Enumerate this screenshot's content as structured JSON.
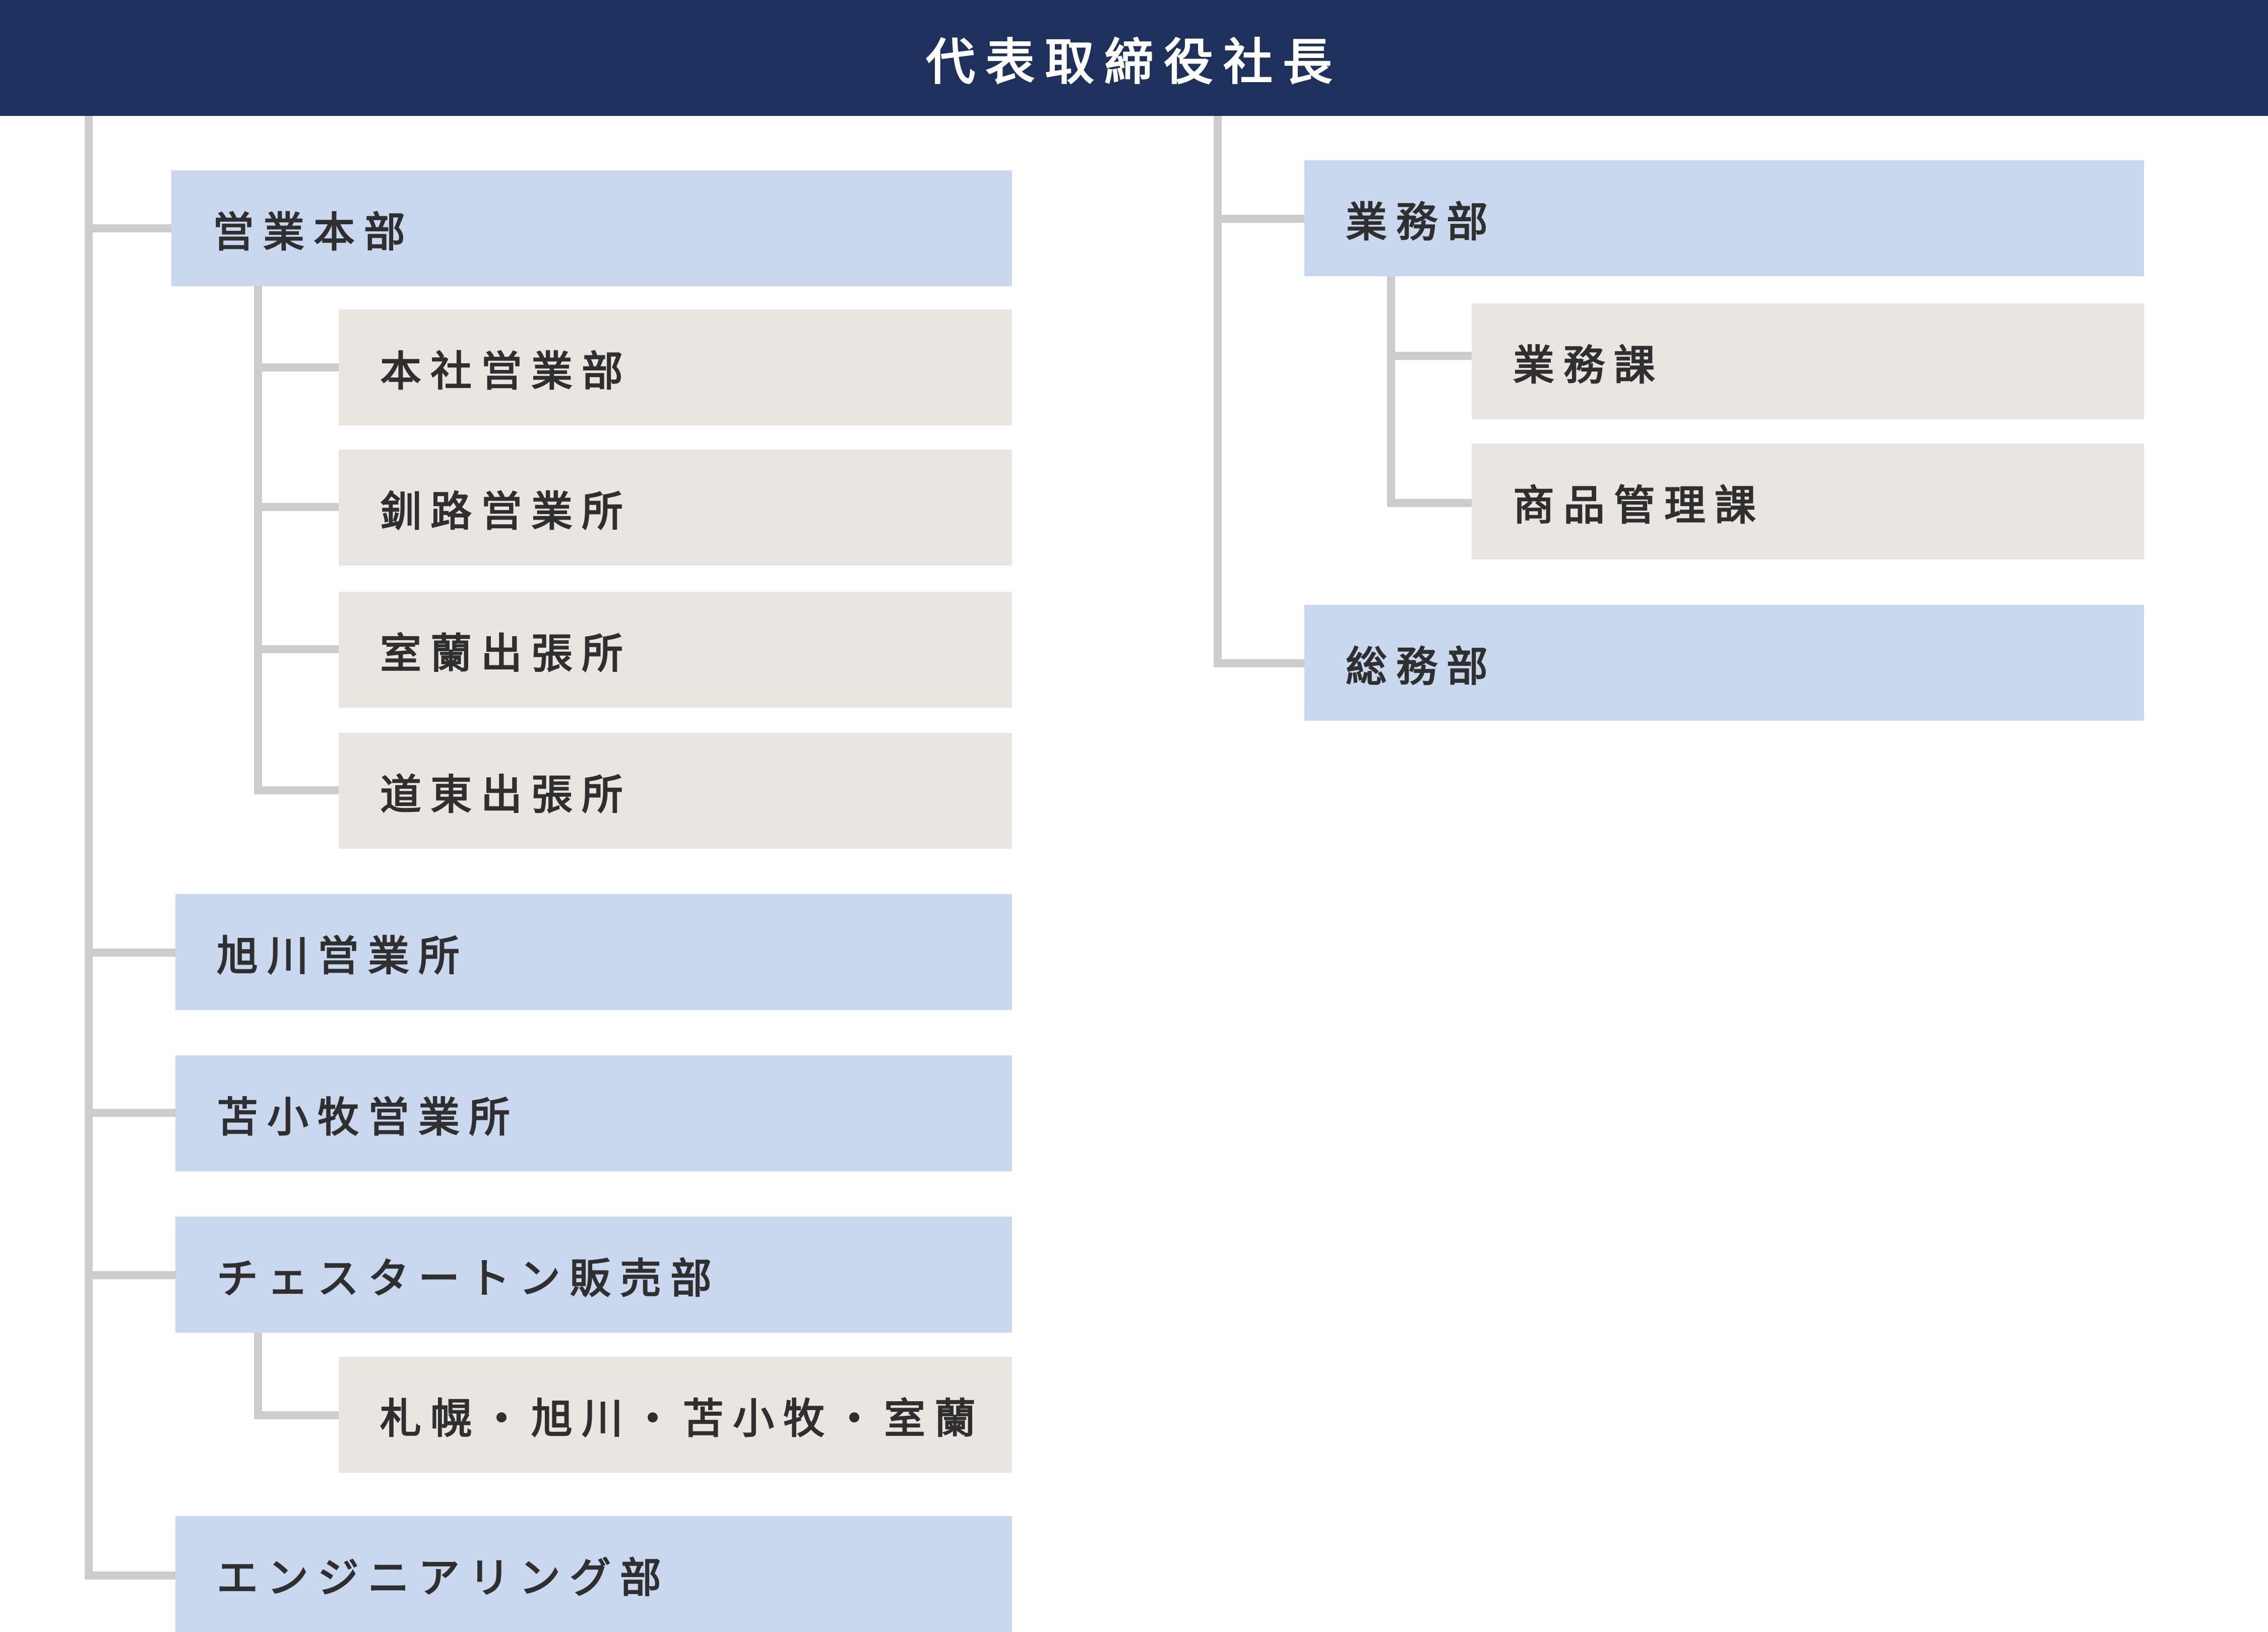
{
  "header": {
    "title": "代表取締役社長"
  },
  "colors": {
    "header": "#1e305c",
    "department": "#c9d8ee",
    "section": "#e8e6e1",
    "connector": "#cccccc"
  },
  "left": {
    "eigyo_honbu": {
      "label": "営業本部",
      "children": [
        "本社営業部",
        "釧路営業所",
        "室蘭出張所",
        "道東出張所"
      ]
    },
    "asahikawa": {
      "label": "旭川営業所"
    },
    "tomakomai": {
      "label": "苫小牧営業所"
    },
    "chesterton": {
      "label": "チェスタートン販売部",
      "children": [
        "札幌・旭川・苫小牧・室蘭"
      ]
    },
    "engineering": {
      "label": "エンジニアリング部"
    }
  },
  "right": {
    "gyomu_bu": {
      "label": "業務部",
      "children": [
        "業務課",
        "商品管理課"
      ]
    },
    "somu_bu": {
      "label": "総務部"
    }
  }
}
